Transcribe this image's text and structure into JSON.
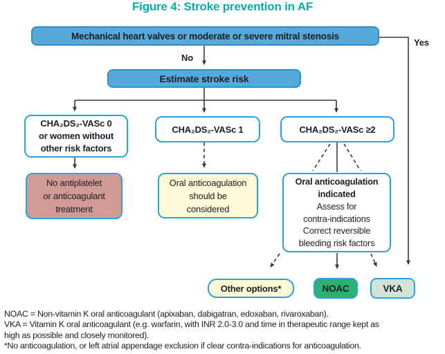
{
  "figure": {
    "title": "Figure 4: Stroke prevention in AF"
  },
  "flowchart": {
    "decision_labels": {
      "yes": "Yes",
      "no": "No"
    },
    "nodes": {
      "mechanical_valves": {
        "text": "Mechanical heart valves or moderate or severe mitral stenosis"
      },
      "estimate_risk": {
        "text": "Estimate stroke risk"
      },
      "vasc_0": {
        "lines": [
          "CHA₂DS₂-VASc 0",
          "or women without",
          "other risk factors"
        ]
      },
      "vasc_1": {
        "text": "CHA₂DS₂-VASc 1"
      },
      "vasc_2": {
        "text": "CHA₂DS₂-VASc ≥2"
      },
      "no_treatment": {
        "lines": [
          "No antiplatelet",
          "or anticoagulant",
          "treatment"
        ]
      },
      "oac_considered": {
        "lines": [
          "Oral anticoagulation",
          "should be",
          "considered"
        ]
      },
      "oac_indicated": {
        "bold_lines": [
          "Oral anticoagulation",
          "indicated"
        ],
        "lines": [
          "Assess for",
          "contra-indications",
          "Correct reversible",
          "bleeding risk factors"
        ]
      },
      "other_options": {
        "text": "Other options*"
      },
      "noac": {
        "text": "NOAC"
      },
      "vka": {
        "text": "VKA"
      }
    }
  },
  "footnotes": {
    "lines": [
      "NOAC = Non-vitamin K oral anticoagulant (apixaban, dabigatran, edoxaban, rivaroxaban).",
      "VKA = Vitamin K oral anticoagulant (e.g. warfarin, with INR 2.0-3.0 and time in therapeutic range kept as",
      "high as possible and closely monitored).",
      "*No anticoagulation, or left atrial appendage exclusion if clear contra-indications for anticoagulation."
    ]
  },
  "colors": {
    "title_teal": "#00b0a6",
    "box_blue": "#56aada",
    "box_blue_border": "#2e8fc8",
    "border_blue": "#29a3e0",
    "pink": "#d09b95",
    "pale_yellow": "#fdf9d7",
    "green": "#2bb273",
    "pale_green": "#cfe3d6",
    "arrow": "#35393c"
  }
}
